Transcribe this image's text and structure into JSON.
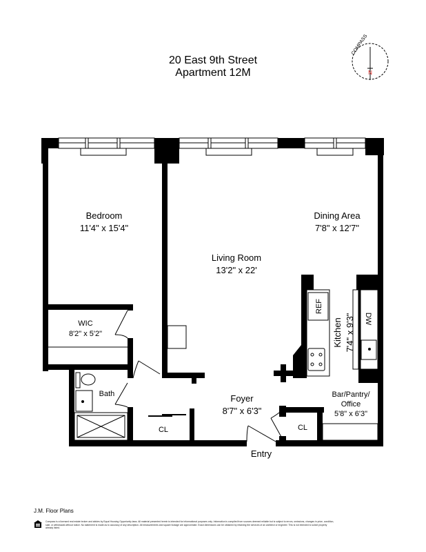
{
  "header": {
    "line1": "20 East 9th Street",
    "line2": "Apartment 12M"
  },
  "compass": {
    "letters": "COMPASS",
    "north": "N",
    "north_color": "#e0201c"
  },
  "rooms": {
    "bedroom": {
      "name": "Bedroom",
      "dims": "11'4\" x 15'4\""
    },
    "living": {
      "name": "Living Room",
      "dims": "13'2\" x 22'"
    },
    "dining": {
      "name": "Dining Area",
      "dims": "7'8\" x 12'7\""
    },
    "wic": {
      "name": "WIC",
      "dims": "8'2\" x 5'2\""
    },
    "bath": {
      "name": "Bath"
    },
    "cl1": {
      "name": "CL"
    },
    "cl2": {
      "name": "CL"
    },
    "foyer": {
      "name": "Foyer",
      "dims": "8'7\" x 6'3\""
    },
    "kitchen": {
      "name": "Kitchen",
      "dims": "7'4\" x 9'3\""
    },
    "bar": {
      "line1": "Bar/Pantry/",
      "line2": "Office",
      "dims": "5'8\" x 6'3\""
    },
    "ref": "REF",
    "dw": "DW",
    "entry": "Entry"
  },
  "footer": {
    "brand": "J.M. Floor Plans",
    "icon": "equal-housing-icon",
    "disclaimer": "Compass is a licensed real estate broker and abides by Equal Housing Opportunity laws. All material presented herein is intended for informational purposes only. Information is compiled from sources deemed reliable but is subject to errors, omissions, changes in price, condition, sale, or withdrawal without notice. No statement is made as to accuracy of any description. All measurements and square footage are approximate. Exact dimensions can be obtained by retaining the services of an architect or engineer. This is not intended to solicit property already listed."
  }
}
